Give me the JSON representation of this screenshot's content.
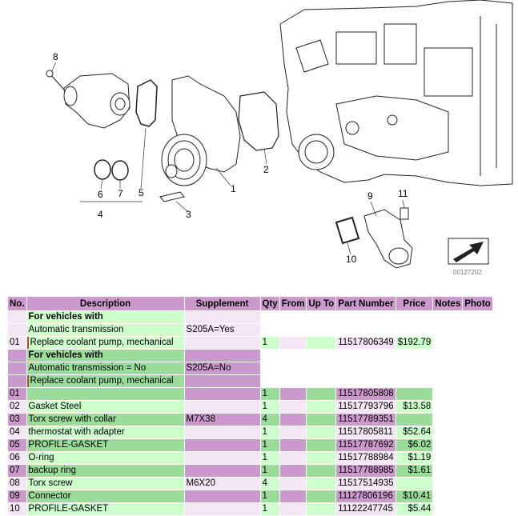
{
  "diagram": {
    "callouts": [
      "1",
      "2",
      "3",
      "4",
      "5",
      "6",
      "7",
      "8",
      "9",
      "10",
      "11"
    ],
    "image_code": "00127202"
  },
  "table": {
    "headers": [
      "No.",
      "Description",
      "Supplement",
      "Qty",
      "From",
      "Up To",
      "Part Number",
      "Price",
      "Notes",
      "Photo"
    ],
    "groups": [
      {
        "conditions": [
          "For vehicles with",
          "Automatic transmission"
        ],
        "supplement": "S205A=Yes",
        "row": {
          "no": "01",
          "desc": "Replace coolant pump, mechanical",
          "supp": "",
          "qty": "1",
          "from": "",
          "upto": "",
          "part": "11517806349",
          "price": "$192.79"
        }
      },
      {
        "conditions": [
          "For vehicles with",
          "Automatic transmission = No"
        ],
        "supplement": "S205A=No",
        "row": {
          "no": "",
          "desc": "Replace coolant pump, mechanical",
          "supp": "",
          "qty": "",
          "from": "",
          "upto": "",
          "part": "",
          "price": ""
        }
      }
    ],
    "rows": [
      {
        "no": "01",
        "desc": "",
        "supp": "",
        "qty": "1",
        "from": "",
        "upto": "",
        "part": "11517805808",
        "price": ""
      },
      {
        "no": "02",
        "desc": "Gasket Steel",
        "supp": "",
        "qty": "1",
        "from": "",
        "upto": "",
        "part": "11517793796",
        "price": "$13.58"
      },
      {
        "no": "03",
        "desc": "Torx screw with collar",
        "supp": "M7X38",
        "qty": "4",
        "from": "",
        "upto": "",
        "part": "11517789351",
        "price": ""
      },
      {
        "no": "04",
        "desc": "thermostat with adapter",
        "supp": "",
        "qty": "1",
        "from": "",
        "upto": "",
        "part": "11517805811",
        "price": "$52.64"
      },
      {
        "no": "05",
        "desc": "PROFILE-GASKET",
        "supp": "",
        "qty": "1",
        "from": "",
        "upto": "",
        "part": "11517787692",
        "price": "$6.02"
      },
      {
        "no": "06",
        "desc": "O-ring",
        "supp": "",
        "qty": "1",
        "from": "",
        "upto": "",
        "part": "11517788984",
        "price": "$1.19"
      },
      {
        "no": "07",
        "desc": "backup ring",
        "supp": "",
        "qty": "1",
        "from": "",
        "upto": "",
        "part": "11517788985",
        "price": "$1.61"
      },
      {
        "no": "08",
        "desc": "Torx screw",
        "supp": "M6X20",
        "qty": "4",
        "from": "",
        "upto": "",
        "part": "11517514935",
        "price": ""
      },
      {
        "no": "09",
        "desc": "Connector",
        "supp": "",
        "qty": "1",
        "from": "",
        "upto": "",
        "part": "11127806196",
        "price": "$10.41"
      },
      {
        "no": "10",
        "desc": "PROFILE-GASKET",
        "supp": "",
        "qty": "1",
        "from": "",
        "upto": "",
        "part": "11122247745",
        "price": "$5.44"
      }
    ]
  }
}
